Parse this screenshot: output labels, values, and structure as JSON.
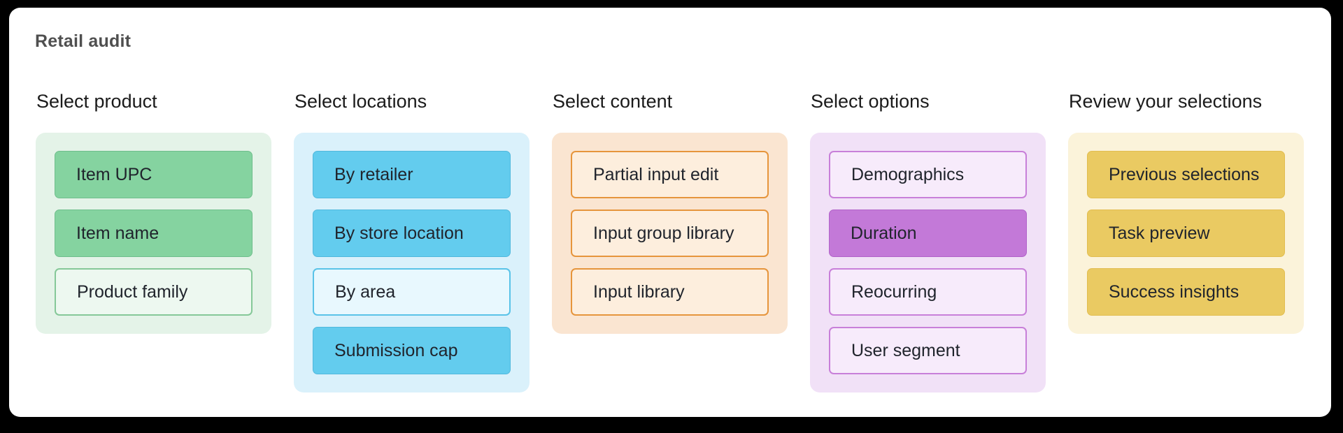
{
  "window": {
    "title": "Retail audit"
  },
  "board": {
    "columns": [
      {
        "header": "Select product",
        "theme": "green",
        "cards": [
          {
            "label": "Item UPC",
            "variant": "filled"
          },
          {
            "label": "Item name",
            "variant": "filled"
          },
          {
            "label": "Product family",
            "variant": "outlined"
          }
        ]
      },
      {
        "header": "Select locations",
        "theme": "blue",
        "cards": [
          {
            "label": "By retailer",
            "variant": "filled"
          },
          {
            "label": "By store location",
            "variant": "filled"
          },
          {
            "label": "By area",
            "variant": "outlined"
          },
          {
            "label": "Submission cap",
            "variant": "filled"
          }
        ]
      },
      {
        "header": "Select content",
        "theme": "orange",
        "cards": [
          {
            "label": "Partial input edit",
            "variant": "outlined"
          },
          {
            "label": "Input group library",
            "variant": "outlined"
          },
          {
            "label": "Input library",
            "variant": "outlined"
          }
        ]
      },
      {
        "header": "Select options",
        "theme": "purple",
        "cards": [
          {
            "label": "Demographics",
            "variant": "outlined"
          },
          {
            "label": "Duration",
            "variant": "filled"
          },
          {
            "label": "Reocurring",
            "variant": "outlined"
          },
          {
            "label": "User segment",
            "variant": "outlined"
          }
        ]
      },
      {
        "header": "Review your selections",
        "theme": "yellow",
        "cards": [
          {
            "label": "Previous selections",
            "variant": "filled"
          },
          {
            "label": "Task preview",
            "variant": "filled"
          },
          {
            "label": "Success insights",
            "variant": "filled"
          }
        ]
      }
    ]
  },
  "colors": {
    "page_background": "#000000",
    "surface": "#ffffff",
    "text": "#20242c",
    "title_text": "#4f4f4f",
    "header_text": "#1b1b1b",
    "themes": {
      "green": {
        "container": "#e4f3e8",
        "filled_bg": "#85d3a0",
        "filled_border": "#6fbe8c",
        "outlined_bg": "#edf8f0",
        "outlined_border": "#85c898"
      },
      "blue": {
        "container": "#daf1fb",
        "filled_bg": "#63ccee",
        "filled_border": "#50b8dd",
        "outlined_bg": "#e8f8fe",
        "outlined_border": "#59c3e8"
      },
      "orange": {
        "container": "#fae5d1",
        "filled_bg": "#f3b264",
        "filled_border": "#e6953c",
        "outlined_bg": "#fdeedd",
        "outlined_border": "#e6953c"
      },
      "purple": {
        "container": "#f1e1f7",
        "filled_bg": "#c379d8",
        "filled_border": "#b163c9",
        "outlined_bg": "#f7ebfb",
        "outlined_border": "#c87fd9"
      },
      "yellow": {
        "container": "#fbf3da",
        "filled_bg": "#eaca62",
        "filled_border": "#e2bd50",
        "outlined_bg": "#fdf6e0",
        "outlined_border": "#e2bd50"
      }
    }
  }
}
